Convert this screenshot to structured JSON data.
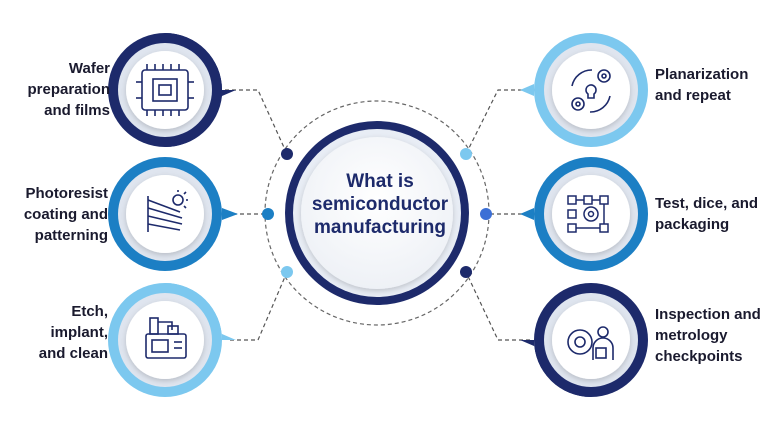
{
  "center": {
    "title_lines": [
      "What is",
      "semiconductor",
      "manufacturing"
    ]
  },
  "steps": [
    {
      "id": "wafer",
      "side": "left",
      "lines": [
        "Wafer",
        "preparation",
        "and films"
      ],
      "ring_color": "#1d2a6b",
      "dot_color": "#1d2a6b",
      "icon": "chip-icon"
    },
    {
      "id": "photoresist",
      "side": "left",
      "lines": [
        "Photoresist",
        "coating and",
        "patterning"
      ],
      "ring_color": "#1c7fc4",
      "dot_color": "#1c7fc4",
      "icon": "light-exposure-icon"
    },
    {
      "id": "etch",
      "side": "left",
      "lines": [
        "Etch,",
        "implant,",
        "and clean"
      ],
      "ring_color": "#7cc8ef",
      "dot_color": "#7cc8ef",
      "icon": "etch-machine-icon"
    },
    {
      "id": "planarization",
      "side": "right",
      "lines": [
        "Planarization",
        "and repeat"
      ],
      "ring_color": "#7cc8ef",
      "dot_color": "#7cc8ef",
      "icon": "gear-cycle-icon"
    },
    {
      "id": "test",
      "side": "right",
      "lines": [
        "Test, dice, and",
        "packaging"
      ],
      "ring_color": "#1c7fc4",
      "dot_color": "#3b6fd6",
      "icon": "flowchart-gear-icon"
    },
    {
      "id": "inspection",
      "side": "right",
      "lines": [
        "Inspection and",
        "metrology",
        "checkpoints"
      ],
      "ring_color": "#1d2a6b",
      "dot_color": "#1d2a6b",
      "icon": "engineer-gear-icon"
    }
  ]
}
